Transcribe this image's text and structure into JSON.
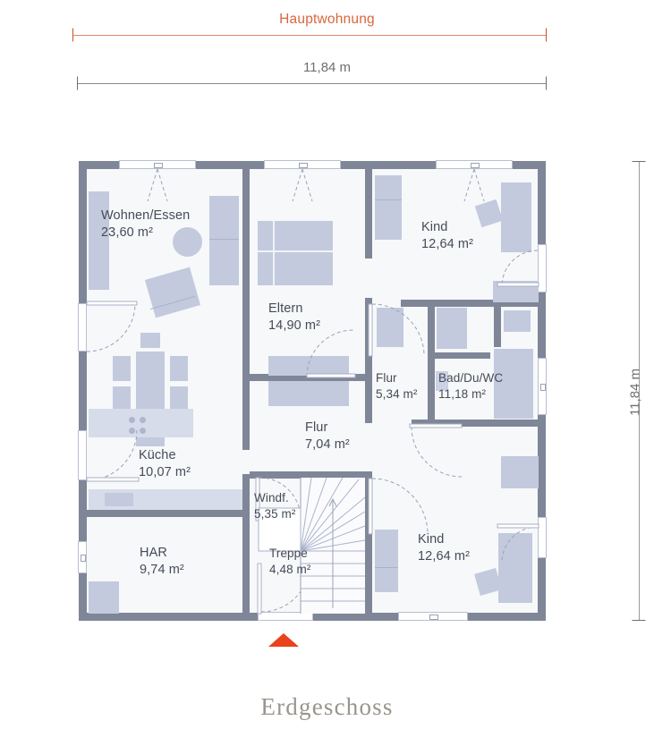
{
  "header": {
    "apartment_label": "Hauptwohnung",
    "width_dimension": "11,84 m",
    "accent_color": "#d9663d"
  },
  "right_dimension": {
    "height_dimension": "11,84 m"
  },
  "footer": {
    "floor_title": "Erdgeschoss",
    "entry_marker": "entry-arrow-icon",
    "entry_color": "#e8431a"
  },
  "colors": {
    "wall": "#7e8698",
    "room_fill": "#f7f8fa",
    "furniture": "#c3cade",
    "text": "#454b57",
    "accent_orange": "#d9663d",
    "entry_red": "#e8431a",
    "title_gray": "#9a958c"
  },
  "rooms": [
    {
      "id": "wohnen-essen",
      "name": "Wohnen/Essen",
      "area": "23,60 m²"
    },
    {
      "id": "eltern",
      "name": "Eltern",
      "area": "14,90 m²"
    },
    {
      "id": "kind-oben",
      "name": "Kind",
      "area": "12,64 m²"
    },
    {
      "id": "flur-klein",
      "name": "Flur",
      "area": "5,34 m²"
    },
    {
      "id": "bad-du-wc",
      "name": "Bad/Du/WC",
      "area": "11,18 m²"
    },
    {
      "id": "flur-gross",
      "name": "Flur",
      "area": "7,04 m²"
    },
    {
      "id": "kueche",
      "name": "Küche",
      "area": "10,07 m²"
    },
    {
      "id": "windfang",
      "name": "Windf.",
      "area": "5,35 m²"
    },
    {
      "id": "har",
      "name": "HAR",
      "area": "9,74 m²"
    },
    {
      "id": "treppe",
      "name": "Treppe",
      "area": "4,48 m²"
    },
    {
      "id": "kind-unten",
      "name": "Kind",
      "area": "12,64 m²"
    }
  ]
}
